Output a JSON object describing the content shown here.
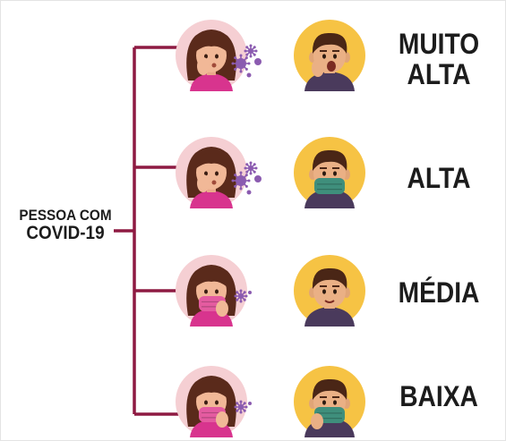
{
  "source": {
    "line1": "PESSOA COM",
    "line2": "COVID-19"
  },
  "colors": {
    "connector": "#8e1a42",
    "girl_bg": "#f5cfd3",
    "boy_bg": "#f6c344",
    "virus": "#8b5bb0",
    "text": "#1c1c1c"
  },
  "scenarios": [
    {
      "risk_line1": "MUITO",
      "risk_line2": "ALTA",
      "girl": "girl-sneezing-uncovered-icon",
      "boy": "boy-yawning-uncovered-icon"
    },
    {
      "risk_line1": "ALTA",
      "risk_line2": "",
      "girl": "girl-sneezing-uncovered-icon",
      "boy": "boy-wearing-mask-icon"
    },
    {
      "risk_line1": "MÉDIA",
      "risk_line2": "",
      "girl": "girl-wearing-mask-coughing-icon",
      "boy": "boy-unmasked-icon"
    },
    {
      "risk_line1": "BAIXA",
      "risk_line2": "",
      "girl": "girl-wearing-mask-coughing-icon",
      "boy": "boy-wearing-mask-icon"
    }
  ]
}
